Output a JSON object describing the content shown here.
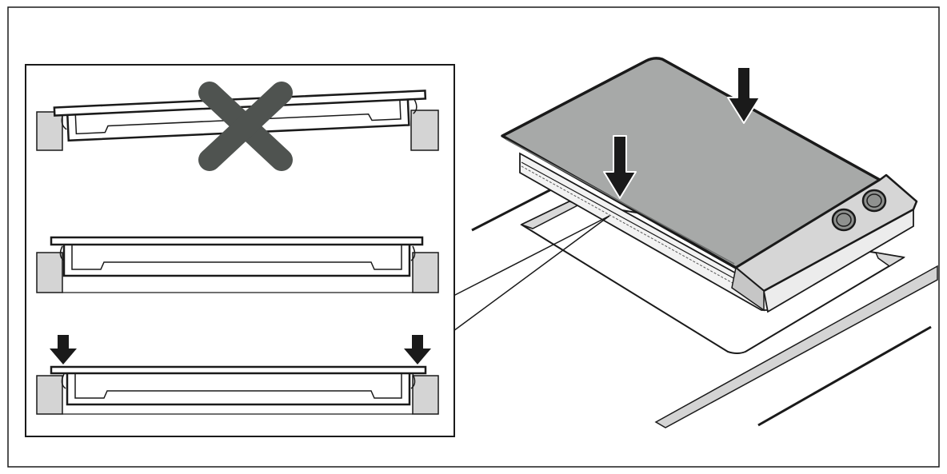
{
  "figure": {
    "kind": "installation-illustration",
    "text": []
  },
  "colors": {
    "outline": "#1a1a1a",
    "glass_top": "#a7a9a8",
    "wrong_mark": "#4f5350",
    "worktop_section": "#d4d4d4",
    "panel": "#f2f2f2",
    "knob": "#8f918f",
    "background": "#ffffff"
  },
  "panels": [
    {
      "id": "incorrect",
      "mark": "cross",
      "tilted": true
    },
    {
      "id": "seated",
      "mark": "none",
      "tilted": false
    },
    {
      "id": "press-down",
      "mark": "arrows",
      "tilted": false
    }
  ],
  "icons": [
    "cross-icon",
    "down-arrow-icon"
  ]
}
